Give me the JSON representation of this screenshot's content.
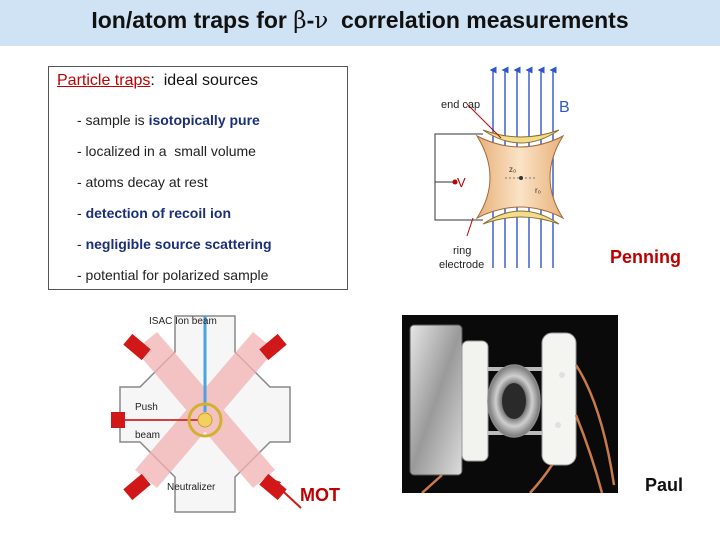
{
  "title": {
    "part1": "Ion/atom traps for ",
    "beta": "β",
    "dash": "-",
    "nu": "ν",
    "part2": "  correlation measurements"
  },
  "box": {
    "heading_red": "Particle traps",
    "heading_rest": ":  ideal sources",
    "bullets": [
      {
        "plain": "- sample is ",
        "em": "isotopically pure"
      },
      {
        "plain": "- localized in a  small volume",
        "em": ""
      },
      {
        "plain": "- atoms decay at rest",
        "em": ""
      },
      {
        "plain": "- ",
        "em": "detection of recoil ion"
      },
      {
        "plain": "- ",
        "em": "negligible source scattering"
      },
      {
        "plain": "- potential for polarized sample",
        "em": ""
      }
    ]
  },
  "penning_diagram": {
    "end_cap": "end cap",
    "B": "B",
    "V": "V",
    "z0": "z₀",
    "r0": "r₀",
    "ring_line1": "ring",
    "ring_line2": "electrode"
  },
  "mot_diagram": {
    "isac_beam": "ISAC Ion  beam",
    "push_line1": "Push",
    "push_line2": "beam",
    "neutralizer": "Neutralizer"
  },
  "labels": {
    "penning": "Penning",
    "mot": "MOT",
    "paul": "Paul"
  },
  "colors": {
    "accent_red": "#c00000",
    "emphasis_blue": "#1a2e7a",
    "title_band": "#cfe3f4",
    "field_blue": "#3355cc"
  }
}
